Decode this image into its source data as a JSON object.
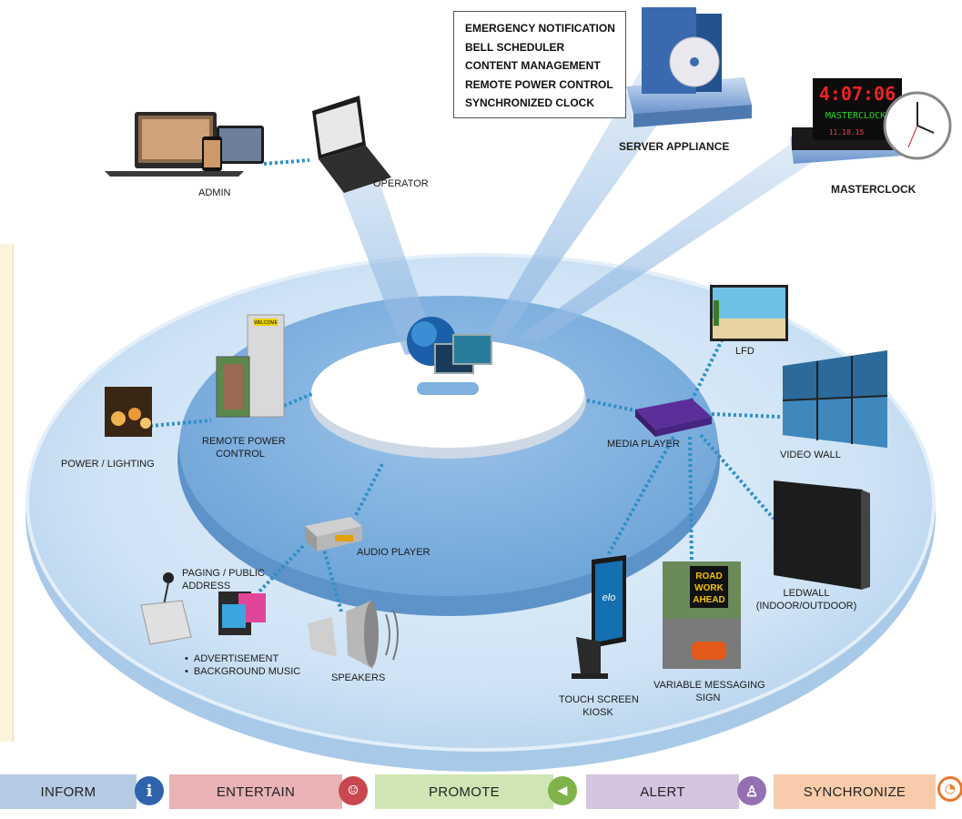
{
  "services": [
    "EMERGENCY NOTIFICATION",
    "BELL SCHEDULER",
    "CONTENT MANAGEMENT",
    "REMOTE POWER CONTROL",
    "SYNCHRONIZED CLOCK"
  ],
  "labels": {
    "admin": "ADMIN",
    "operator": "OPERATOR",
    "server_appliance": "SERVER APPLIANCE",
    "masterclock": "MASTERCLOCK",
    "lfd": "LFD",
    "video_wall": "VIDEO WALL",
    "media_player": "MEDIA PLAYER",
    "remote_power_control_1": "REMOTE POWER",
    "remote_power_control_2": "CONTROL",
    "power_lighting": "POWER / LIGHTING",
    "audio_player": "AUDIO PLAYER",
    "paging_1": "PAGING / PUBLIC",
    "paging_2": "ADDRESS",
    "speakers": "SPEAKERS",
    "touch_kiosk_1": "TOUCH SCREEN",
    "touch_kiosk_2": "KIOSK",
    "vms_1": "VARIABLE MESSAGING",
    "vms_2": "SIGN",
    "ledwall_1": "LEDWALL",
    "ledwall_2": "(INDOOR/OUTDOOR)"
  },
  "media_bullets": [
    "ADVERTISEMENT",
    "BACKGROUND MUSIC"
  ],
  "clock_display": {
    "time": "4:07:06",
    "brand": "MASTERCLOCK",
    "date": "11.18.15"
  },
  "road_sign": [
    "ROAD",
    "WORK",
    "AHEAD"
  ],
  "kiosk_brand": "elo",
  "remote_panel_tag": "WELCOME",
  "bottom_bar": [
    {
      "label": "INFORM",
      "icon": "info-icon",
      "color": "#b6cbe3",
      "icon_color": "#2f64ad"
    },
    {
      "label": "ENTERTAIN",
      "icon": "theater-masks-icon",
      "color": "#e9b3b5",
      "icon_color": "#c9484f"
    },
    {
      "label": "PROMOTE",
      "icon": "megaphone-icon",
      "color": "#cfe5b3",
      "icon_color": "#7fb349"
    },
    {
      "label": "ALERT",
      "icon": "alarm-bell-icon",
      "color": "#d4c4e0",
      "icon_color": "#9470b3"
    },
    {
      "label": "SYNCHRONIZE",
      "icon": "clock-icon",
      "color": "#f8ccaa",
      "icon_color": "#e8772c"
    }
  ]
}
